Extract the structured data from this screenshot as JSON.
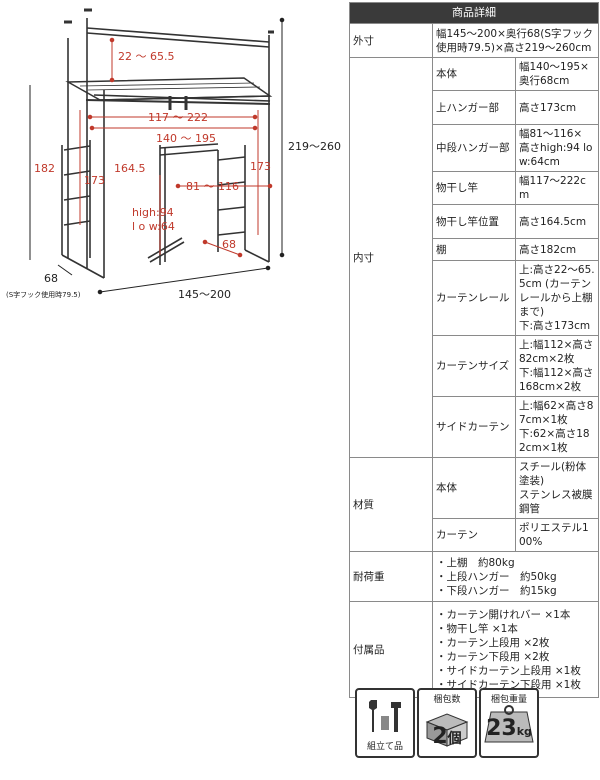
{
  "diagram": {
    "dims": {
      "shelf_gap": "22 ～ 65.5",
      "curtain_rail": "117 ～ 222",
      "inner_width": "140 ～ 195",
      "mid_hanger": "81 ～ 116",
      "total_height": "219～260",
      "shelf_height": "182",
      "upper_hanger_h": "173",
      "pole_h": "164.5",
      "side_173": "173",
      "high_low": [
        "high:94",
        "l o w:64"
      ],
      "depth_inner": "68",
      "depth_outer": "68",
      "depth_note": "(S字フック使用時79.5)",
      "width_outer": "145～200"
    }
  },
  "spec": {
    "header": "商品詳細",
    "outer": {
      "label": "外寸",
      "value": "幅145～200×奥行68(S字フック使用時79.5)×高さ219～260cm"
    },
    "inner": {
      "label": "内寸",
      "rows": [
        {
          "label": "本体",
          "lines": [
            "幅140～195×奥行68cm"
          ]
        },
        {
          "label": "上ハンガー部",
          "lines": [
            "高さ173cm"
          ]
        },
        {
          "label": "中段ハンガー部",
          "lines": [
            "幅81～116×",
            "高さhigh:94 low:64cm"
          ]
        },
        {
          "label": "物干し竿",
          "lines": [
            "幅117～222cm"
          ]
        },
        {
          "label": "物干し竿位置",
          "lines": [
            "高さ164.5cm"
          ]
        },
        {
          "label": "棚",
          "lines": [
            "高さ182cm"
          ]
        },
        {
          "label": "カーテンレール",
          "lines": [
            "上:高さ22～65.5cm (カーテンレールから上棚まで)",
            "下:高さ173cm"
          ]
        },
        {
          "label": "カーテンサイズ",
          "lines": [
            "上:幅112×高さ82cm×2枚",
            "下:幅112×高さ168cm×2枚"
          ]
        },
        {
          "label": "サイドカーテン",
          "lines": [
            "上:幅62×高さ87cm×1枚",
            "下:62×高さ182cm×1枚"
          ]
        }
      ]
    },
    "material": {
      "label": "材質",
      "rows": [
        {
          "label": "本体",
          "lines": [
            "スチール(粉体塗装)",
            "ステンレス被膜鋼管"
          ]
        },
        {
          "label": "カーテン",
          "lines": [
            "ポリエステル100%"
          ]
        }
      ]
    },
    "load": {
      "label": "耐荷重",
      "lines": [
        "・上棚　約80kg",
        "・上段ハンガー　約50kg",
        "・下段ハンガー　約15kg"
      ]
    },
    "accessories": {
      "label": "付属品",
      "lines": [
        "・カーテン開けれバー ×1本",
        "・物干し竿 ×1本",
        "・カーテン上段用 ×2枚",
        "・カーテン下段用 ×2枚",
        "・サイドカーテン上段用 ×1枚",
        "・サイドカーテン下段用 ×1枚"
      ]
    }
  },
  "badges": {
    "assembly": "組立て品",
    "packages_caption": "梱包数",
    "packages_value": "2",
    "packages_unit": "個",
    "weight_caption": "梱包重量",
    "weight_value": "23",
    "weight_unit": "kg"
  },
  "colors": {
    "dimension": "#c0392b",
    "header_bg": "#3a3a3a",
    "frame": "#333333"
  }
}
